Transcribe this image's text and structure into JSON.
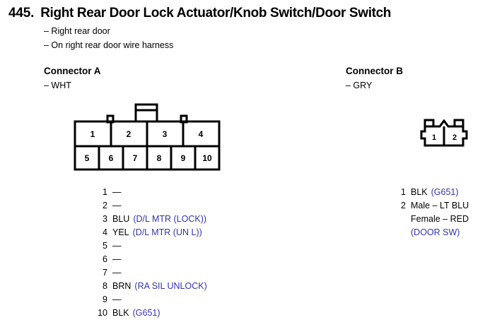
{
  "document": {
    "number": "445.",
    "title": "Right Rear Door Lock Actuator/Knob Switch/Door Switch",
    "notes": [
      "– Right rear door",
      "– On right rear door wire harness"
    ]
  },
  "colors": {
    "text": "#000000",
    "description_blue": "#3333AA",
    "line": "#000000",
    "background": "#FFFFFF"
  },
  "connector_a": {
    "heading": "Connector A",
    "wire_color": "– WHT",
    "diagram": {
      "top_row_pins": [
        "1",
        "2",
        "3",
        "4"
      ],
      "bottom_row_pins": [
        "5",
        "6",
        "7",
        "8",
        "9",
        "10"
      ]
    },
    "pins": [
      {
        "num": "1",
        "label": "—",
        "desc": ""
      },
      {
        "num": "2",
        "label": "—",
        "desc": ""
      },
      {
        "num": "3",
        "label": "BLU",
        "desc": "(D/L MTR (LOCK))"
      },
      {
        "num": "4",
        "label": "YEL",
        "desc": "(D/L MTR (UN L))"
      },
      {
        "num": "5",
        "label": "—",
        "desc": ""
      },
      {
        "num": "6",
        "label": "—",
        "desc": ""
      },
      {
        "num": "7",
        "label": "—",
        "desc": ""
      },
      {
        "num": "8",
        "label": "BRN",
        "desc": "(RA SIL UNLOCK)"
      },
      {
        "num": "9",
        "label": "—",
        "desc": ""
      },
      {
        "num": "10",
        "label": "BLK",
        "desc": "(G651)"
      }
    ]
  },
  "connector_b": {
    "heading": "Connector B",
    "wire_color": "– GRY",
    "diagram": {
      "pins": [
        "1",
        "2"
      ]
    },
    "pins": [
      {
        "num": "1",
        "label": "BLK",
        "desc": "(G651)"
      },
      {
        "num": "2",
        "label": "Male – LT BLU",
        "desc": ""
      }
    ],
    "continuation": [
      {
        "label": "Female – RED",
        "blue": false
      },
      {
        "label": "(DOOR SW)",
        "blue": true
      }
    ]
  }
}
